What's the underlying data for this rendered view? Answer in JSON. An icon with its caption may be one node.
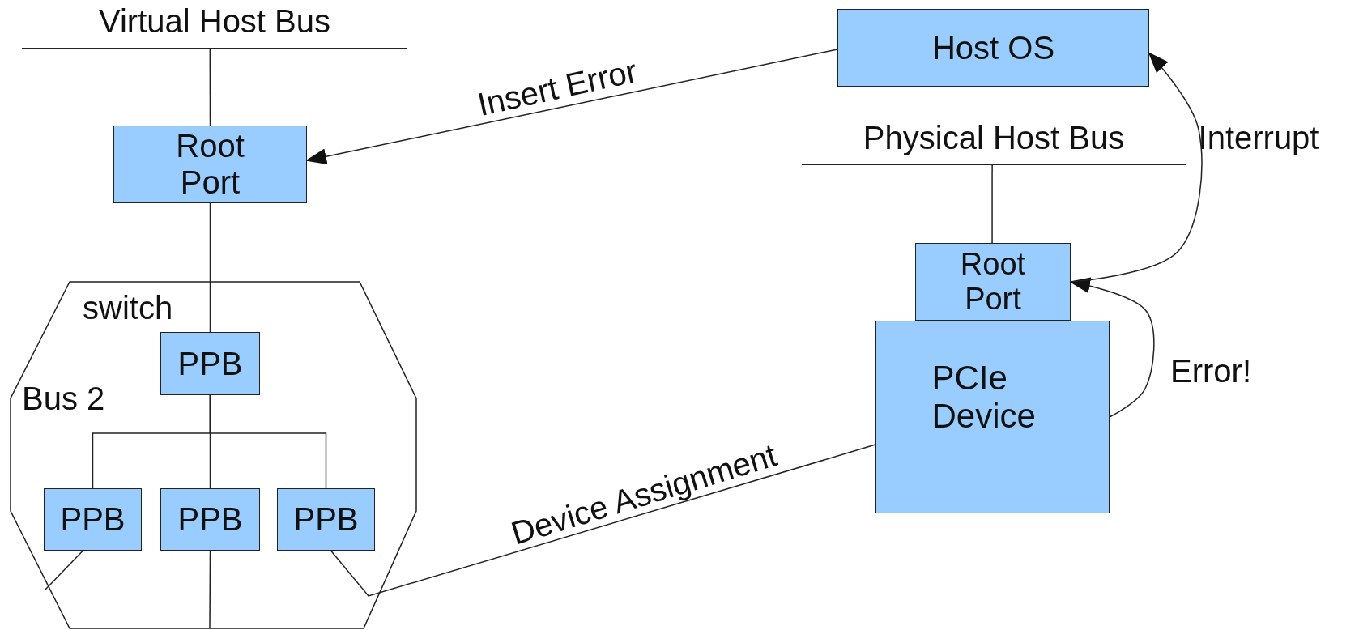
{
  "diagram": {
    "nodes": [
      {
        "text": [
          "Virtual Host Bus"
        ]
      },
      {
        "text": [
          "Root Port"
        ]
      },
      {
        "text": [
          "switch",
          "Bus 2"
        ]
      },
      {
        "text": [
          "PPB"
        ],
        "in": 2
      },
      {
        "text": [
          "PPB"
        ],
        "in": 2
      },
      {
        "text": [
          "PPB"
        ],
        "in": 2
      },
      {
        "text": [
          "PPB"
        ],
        "in": 2
      },
      {
        "text": [
          "Host OS"
        ]
      },
      {
        "text": [
          "Physical Host Bus"
        ]
      },
      {
        "text": [
          "Root Port"
        ]
      },
      {
        "text": [
          "PCIe Device"
        ]
      }
    ],
    "edges": [
      {
        "from": 0,
        "to": 1,
        "arrow": "none"
      },
      {
        "from": 1,
        "to": 3,
        "arrow": "none"
      },
      {
        "from": 3,
        "to": 4,
        "arrow": "none"
      },
      {
        "from": 3,
        "to": 5,
        "arrow": "none"
      },
      {
        "from": 3,
        "to": 6,
        "arrow": "none"
      },
      {
        "from": 4,
        "to": null,
        "arrow": "none"
      },
      {
        "from": 5,
        "to": null,
        "arrow": "none"
      },
      {
        "from": 6,
        "to": 10,
        "arrow": "none",
        "label": "Device Assignment"
      },
      {
        "from": 7,
        "to": 1,
        "arrow": "to",
        "label": "Insert Error"
      },
      {
        "from": 8,
        "to": 9,
        "arrow": "none"
      },
      {
        "from": 10,
        "to": 9,
        "arrow": "to",
        "label": "Error!"
      },
      {
        "from": 9,
        "to": 7,
        "arrow": "to",
        "label": "Interrupt"
      }
    ]
  }
}
